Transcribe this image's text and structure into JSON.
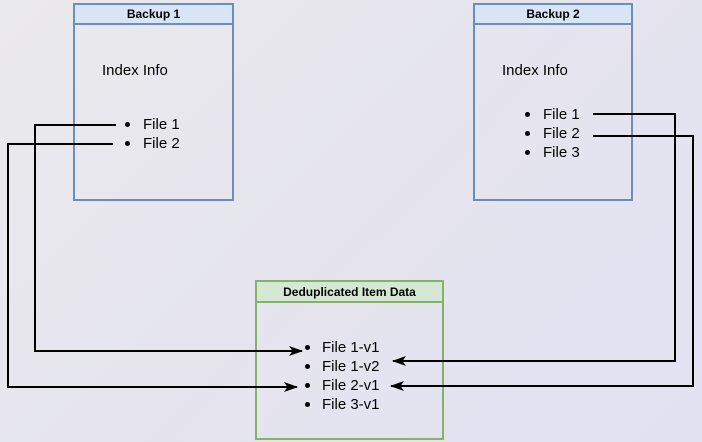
{
  "diagram": {
    "backup1": {
      "title": "Backup 1",
      "subtitle": "Index Info",
      "files": [
        "File 1",
        "File 2"
      ]
    },
    "backup2": {
      "title": "Backup 2",
      "subtitle": "Index Info",
      "files": [
        "File 1",
        "File 2",
        "File 3"
      ]
    },
    "dedup": {
      "title": "Deduplicated Item Data",
      "items": [
        "File 1-v1",
        "File 1-v2",
        "File 2-v1",
        "File 3-v1"
      ]
    },
    "connections": [
      {
        "from": "Backup 1 / File 1",
        "to": "File 1-v1"
      },
      {
        "from": "Backup 1 / File 2",
        "to": "File 2-v1"
      },
      {
        "from": "Backup 2 / File 1",
        "to": "File 1-v2"
      },
      {
        "from": "Backup 2 / File 2",
        "to": "File 2-v1"
      }
    ],
    "colors": {
      "background": "#e6e5ee",
      "backup_box_border": "#6c8ebf",
      "backup_header_fill": "#d7e5f6",
      "dedup_box_border": "#82b366",
      "dedup_header_fill": "#d5e8d4",
      "connector": "#000000",
      "text": "#000000"
    }
  }
}
